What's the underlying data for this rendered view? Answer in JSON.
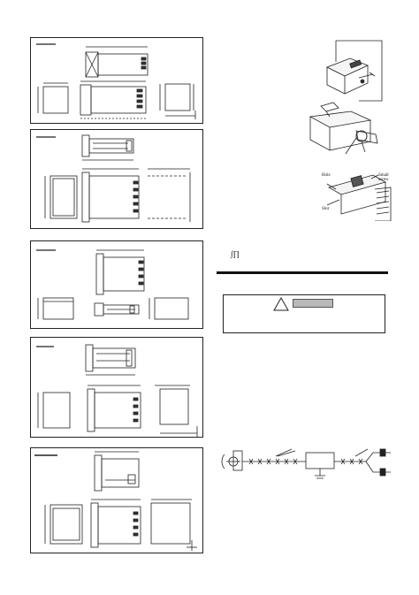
{
  "page": {
    "section_icon_text": "∫∏",
    "warning": {
      "icon": "warning-triangle-icon",
      "signal_word_label": ""
    },
    "photo_labels": {
      "small_screw": "Small\nscrew",
      "hole": "Hole",
      "slot": "Slot"
    },
    "photo_label_lines": [
      "Small",
      "screw",
      "Hole",
      "Slot"
    ],
    "wiring_note": "× × × ×"
  }
}
